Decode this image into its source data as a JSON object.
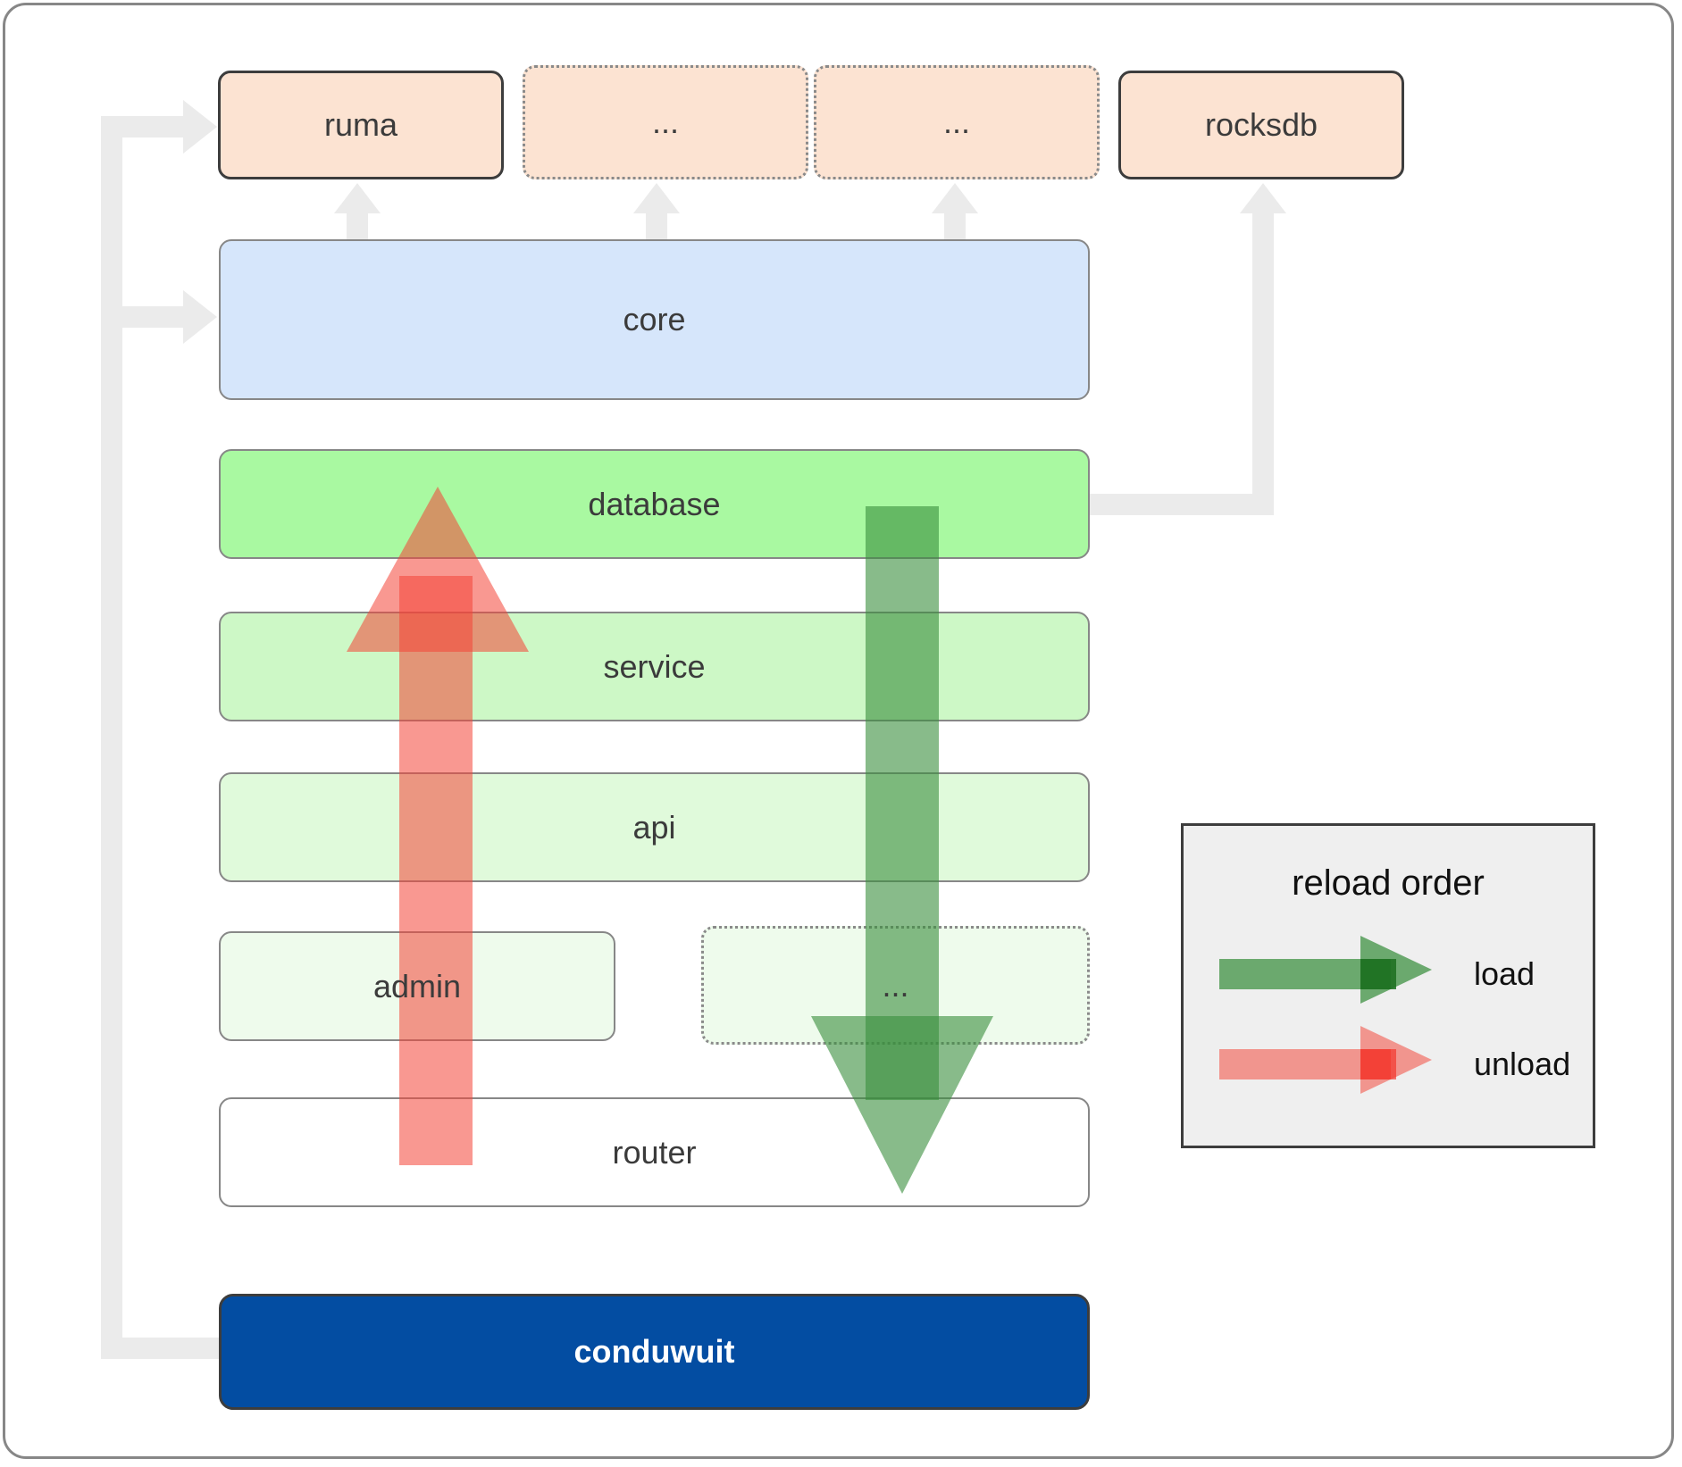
{
  "diagram": {
    "title": "conduwuit crate dependency / reload order diagram",
    "nodes": {
      "ruma": "ruma",
      "ellipsis_top_1": "...",
      "ellipsis_top_2": "...",
      "rocksdb": "rocksdb",
      "core": "core",
      "database": "database",
      "service": "service",
      "api": "api",
      "admin": "admin",
      "ellipsis_admin_row": "...",
      "router": "router",
      "conduwuit": "conduwuit"
    },
    "legend": {
      "title": "reload order",
      "items": [
        {
          "label": "load",
          "color": "#5fa85f"
        },
        {
          "label": "unload",
          "color": "#f98080"
        }
      ]
    },
    "colors": {
      "dependency_fill": "#fce3d2",
      "core_fill": "#d6e6fb",
      "database_fill": "#a9f9a1",
      "service_fill": "#cdf8c6",
      "api_fill": "#e0fadb",
      "admin_fill": "#eefbec",
      "router_fill": "#ffffff",
      "conduwuit_fill": "#034da2",
      "conduwuit_text": "#ffffff",
      "connector": "#ebebeb",
      "load_arrow": "#5fa85f",
      "unload_arrow": "#f98080",
      "frame_border": "#878787",
      "legend_bg": "#efefef"
    }
  }
}
